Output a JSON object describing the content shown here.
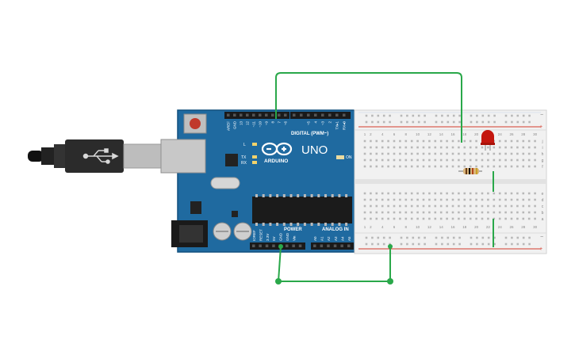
{
  "board": {
    "logo_text": "ARDUINO",
    "model": "UNO",
    "digital_header": "DIGITAL (PWM~)",
    "on_label": "ON",
    "l_label": "L",
    "tx_label": "TX",
    "rx_label": "RX",
    "power_label": "POWER",
    "analog_label": "ANALOG IN",
    "digital_pins": [
      "AREF",
      "GND",
      "13",
      "12",
      "~11",
      "~10",
      "~9",
      "8",
      "7",
      "~6",
      "~5",
      "4",
      "~3",
      "2",
      "TX▸1",
      "RX◂0"
    ],
    "power_pins": [
      "IOREF",
      "RESET",
      "3.3V",
      "5V",
      "GND",
      "GND",
      "Vin"
    ],
    "analog_pins": [
      "A0",
      "A1",
      "A2",
      "A3",
      "A4",
      "A5"
    ]
  },
  "breadboard": {
    "row_letters_top": [
      "j",
      "i",
      "h",
      "g",
      "f"
    ],
    "row_letters_bottom": [
      "e",
      "d",
      "c",
      "b",
      "a"
    ],
    "column_numbers": [
      "1",
      "2",
      "3",
      "4",
      "5",
      "6",
      "7",
      "8",
      "9",
      "10",
      "11",
      "12",
      "13",
      "14",
      "15",
      "16",
      "17",
      "18",
      "19",
      "20",
      "21",
      "22",
      "23",
      "24",
      "25",
      "26",
      "27",
      "28",
      "29",
      "30"
    ],
    "rail_plus": "+",
    "rail_minus": "−"
  },
  "colors": {
    "board": "#1f6aa0",
    "board_edge": "#12507f",
    "wire": "#2aa84a",
    "led": "#c4160e",
    "breadboard": "#f1f1f1",
    "rail_red": "#d33a2c",
    "rail_blue": "#3a70c2"
  },
  "icons": {
    "usb": "usb-trident-icon",
    "logo": "infinity-logo-icon"
  }
}
